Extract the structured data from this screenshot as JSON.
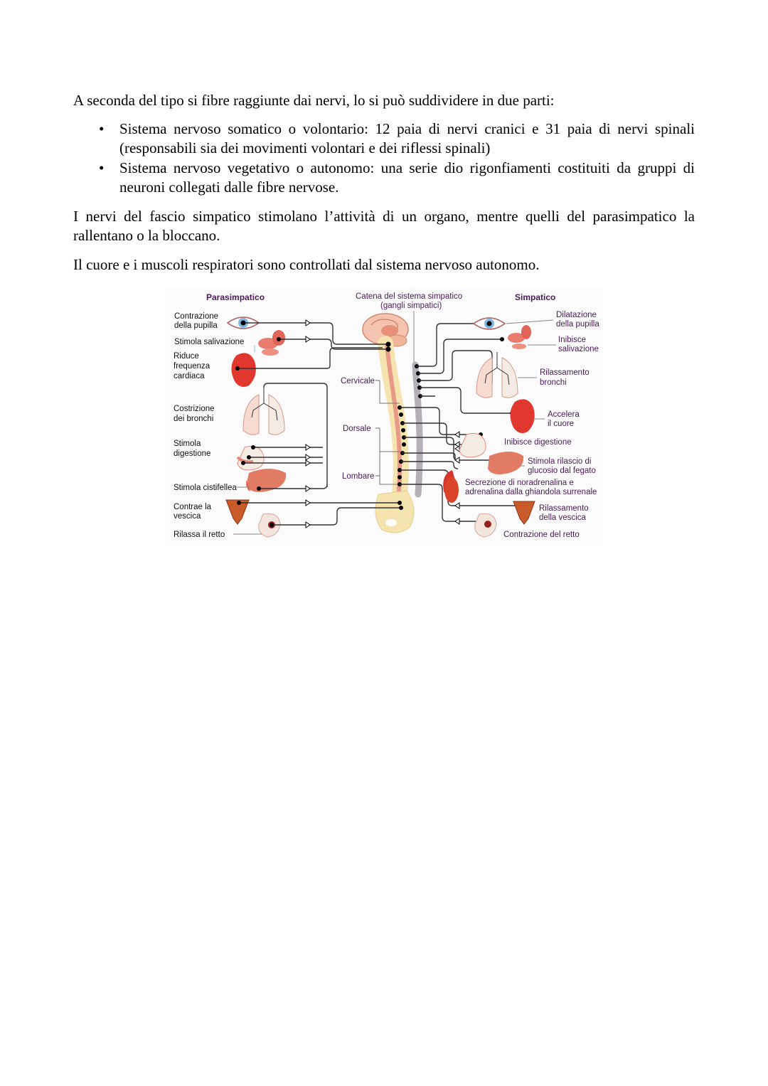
{
  "document": {
    "intro": "A seconda del tipo si fibre raggiunte dai nervi, lo si può suddividere in due parti:",
    "bullets": [
      "Sistema nervoso somatico o volontario: 12 paia di nervi cranici e 31 paia di nervi spinali (responsabili sia dei movimenti volontari e dei riflessi spinali)",
      "Sistema nervoso vegetativo o autonomo: una serie dio rigonfiamenti costituiti da gruppi di neuroni collegati dalle fibre nervose."
    ],
    "bullet_glyph": "•",
    "paragraph_2": "I nervi del fascio simpatico stimolano l’attività di un organo, mentre quelli del parasimpatico la rallentano o la bloccano.",
    "paragraph_3": "Il cuore e i muscoli respiratori sono controllati dal sistema nervoso autonomo."
  },
  "figure": {
    "header_left": "Parasimpatico",
    "header_center_1": "Catena del sistema simpatico",
    "header_center_2": "(gangli simpatici)",
    "header_right": "Simpatico",
    "spine_labels": {
      "cervicale": "Cervicale",
      "dorsale": "Dorsale",
      "lombare": "Lombare"
    },
    "parasympathetic": [
      {
        "organ": "eye",
        "lines": [
          "Contrazione",
          "della pupilla"
        ]
      },
      {
        "organ": "salivary-glands",
        "lines": [
          "Stimola salivazione"
        ]
      },
      {
        "organ": "heart",
        "lines": [
          "Riduce",
          "frequenza",
          "cardiaca"
        ]
      },
      {
        "organ": "lungs",
        "lines": [
          "Costrizione",
          "dei bronchi"
        ]
      },
      {
        "organ": "stomach",
        "lines": [
          "Stimola",
          "digestione"
        ]
      },
      {
        "organ": "liver",
        "lines": [
          "Stimola cistifellea"
        ]
      },
      {
        "organ": "bladder",
        "lines": [
          "Contrae la",
          "vescica"
        ]
      },
      {
        "organ": "rectum",
        "lines": [
          "Rilassa il retto"
        ]
      }
    ],
    "sympathetic": [
      {
        "organ": "eye",
        "lines": [
          "Dilatazione",
          "della pupilla"
        ]
      },
      {
        "organ": "salivary-glands",
        "lines": [
          "Inibisce",
          "salivazione"
        ]
      },
      {
        "organ": "lungs",
        "lines": [
          "Rilassamento",
          "bronchi"
        ]
      },
      {
        "organ": "heart",
        "lines": [
          "Accelera",
          "il cuore"
        ]
      },
      {
        "organ": "stomach",
        "lines": [
          "Inibisce digestione"
        ]
      },
      {
        "organ": "liver",
        "lines": [
          "Stimola rilascio di",
          "glucosio dal fegato"
        ]
      },
      {
        "organ": "adrenal-kidney",
        "lines": [
          "Secrezione di noradrenalina e",
          "adrenalina dalla ghiandola surrenale"
        ]
      },
      {
        "organ": "bladder",
        "lines": [
          "Rilassamento",
          "della vescica"
        ]
      },
      {
        "organ": "rectum",
        "lines": [
          "Contrazione del retto"
        ]
      }
    ],
    "colors": {
      "header": "#4a1a57",
      "organ_red": "#d9342b",
      "organ_pink": "#f2b8a8",
      "spine": "#f5e3b0",
      "cord": "#e89a86",
      "chain": "#b5b0b8",
      "nerve": "#333333"
    }
  }
}
